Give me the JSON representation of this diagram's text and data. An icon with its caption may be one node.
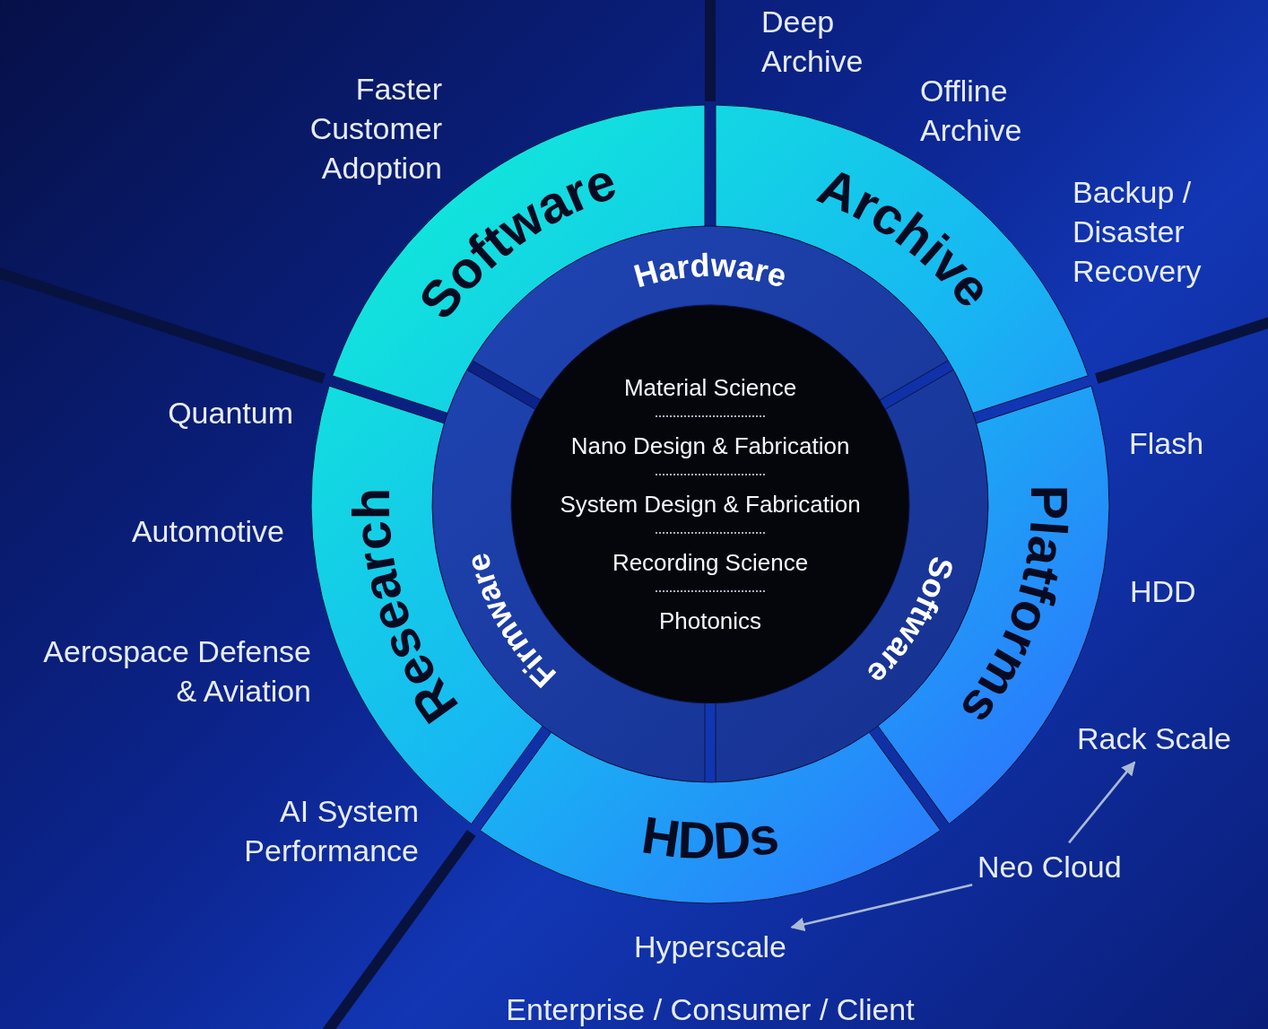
{
  "diagram": {
    "nodes": [
      {
        "text": [
          "Material Science",
          "Nano Design & Fabrication",
          "System Design & Fabrication",
          "Recording Science",
          "Photonics"
        ]
      },
      {
        "text": [
          "Software"
        ]
      },
      {
        "text": [
          "Archive"
        ]
      },
      {
        "text": [
          "Platforms"
        ]
      },
      {
        "text": [
          "HDDs"
        ]
      },
      {
        "text": [
          "Research"
        ]
      },
      {
        "text": [
          "Hardware"
        ]
      },
      {
        "text": [
          "Software"
        ]
      },
      {
        "text": [
          "Firmware"
        ]
      },
      {
        "text": [
          "Rack Scale"
        ]
      },
      {
        "text": [
          "Neo Cloud"
        ]
      },
      {
        "text": [
          "Hyperscale"
        ]
      }
    ],
    "edges": [
      {
        "from": 10,
        "to": 9,
        "arrow": "to"
      },
      {
        "from": 10,
        "to": 11,
        "arrow": "to"
      }
    ],
    "labels": [
      "Deep Archive",
      "Faster Customer Adoption",
      "Offline Archive",
      "Backup / Disaster Recovery",
      "Quantum",
      "Flash",
      "Automotive",
      "HDD",
      "Aerospace Defense & Aviation",
      "AI System Performance",
      "Enterprise / Consumer / Client"
    ]
  }
}
